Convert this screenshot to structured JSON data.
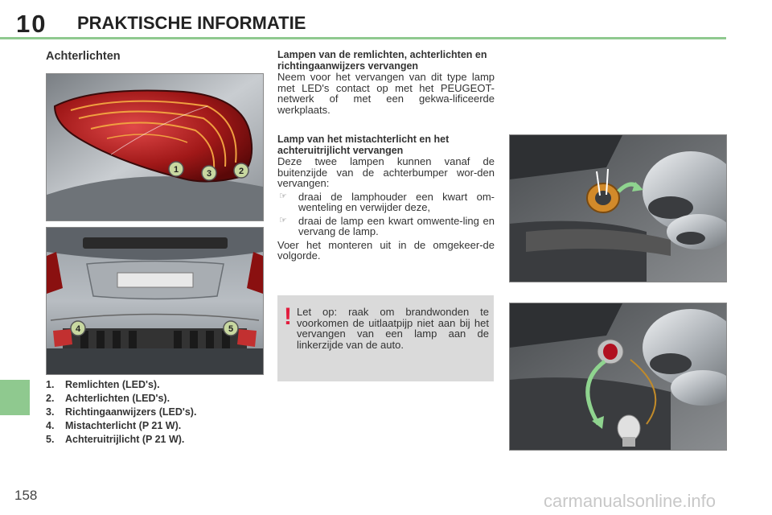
{
  "header": {
    "chapter_number": "10",
    "chapter_title": "PRAKTISCHE INFORMATIE"
  },
  "section_title": "Achterlichten",
  "figures": {
    "rear_lamp_callouts": [
      "1",
      "3",
      "2"
    ],
    "bumper_callouts": [
      "4",
      "5"
    ]
  },
  "legend": [
    {
      "num": "1.",
      "text": "Remlichten (LED's)."
    },
    {
      "num": "2.",
      "text": "Achterlichten (LED's)."
    },
    {
      "num": "3.",
      "text": "Richtingaanwijzers (LED's)."
    },
    {
      "num": "4.",
      "text": "Mistachterlicht (P 21 W)."
    },
    {
      "num": "5.",
      "text": "Achteruitrijlicht (P 21 W)."
    }
  ],
  "section1": {
    "heading": "Lampen van de remlichten, achterlichten en richtingaanwijzers vervangen",
    "body": "Neem voor het vervangen van dit type lamp met LED's contact op met het PEUGEOT-netwerk of met een gekwa-lificeerde werkplaats."
  },
  "section2": {
    "heading": "Lamp van het mistachterlicht en het achteruitrijlicht vervangen",
    "intro": "Deze twee lampen kunnen vanaf de buitenzijde van de achterbumper wor-den vervangen:",
    "bullet_glyph": "☞",
    "bullets": [
      "draai de lamphouder een kwart om-wenteling en verwijder deze,",
      "draai de lamp een kwart omwente-ling en vervang de lamp."
    ],
    "outro": "Voer het monteren uit in de omgekeer-de volgorde."
  },
  "warning": {
    "icon": "!",
    "text": "Let op: raak om brandwonden te voorkomen de uitlaatpijp niet aan bij het vervangen van een lamp aan de linkerzijde van de auto."
  },
  "page_number": "158",
  "watermark": "carmanualsonline.info",
  "colors": {
    "accent_green": "#8fc98f",
    "warning_red": "#e31c3d",
    "warning_bg": "#dadada",
    "lamp_red": "#a01818"
  }
}
